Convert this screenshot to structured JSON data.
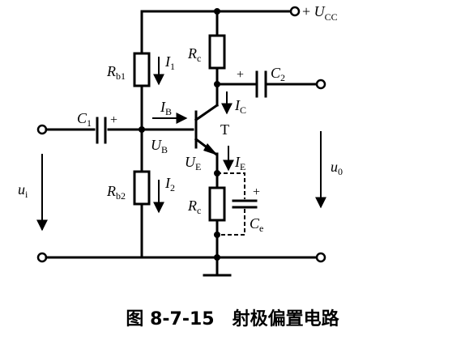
{
  "caption": "图 8-7-15　射极偏置电路",
  "labels": {
    "vcc_prefix": "+ ",
    "vcc_main": "U",
    "vcc_sub": "CC",
    "rb1_main": "R",
    "rb1_sub": "b1",
    "rb2_main": "R",
    "rb2_sub": "b2",
    "rc_main": "R",
    "rc_sub": "c",
    "re_main": "R",
    "re_sub": "c",
    "c1_main": "C",
    "c1_sub": "1",
    "c2_main": "C",
    "c2_sub": "2",
    "ce_main": "C",
    "ce_sub": "e",
    "i1_main": "I",
    "i1_sub": "1",
    "i2_main": "I",
    "i2_sub": "2",
    "ib_main": "I",
    "ib_sub": "B",
    "ic_main": "I",
    "ic_sub": "C",
    "ie_main": "I",
    "ie_sub": "E",
    "ub_main": "U",
    "ub_sub": "B",
    "ue_main": "U",
    "ue_sub": "E",
    "transistor": "T",
    "ui_main": "u",
    "ui_sub": "i",
    "uo_main": "u",
    "uo_sub": "0",
    "plus_c1": "+",
    "plus_c2": "+",
    "plus_ce": "+"
  }
}
